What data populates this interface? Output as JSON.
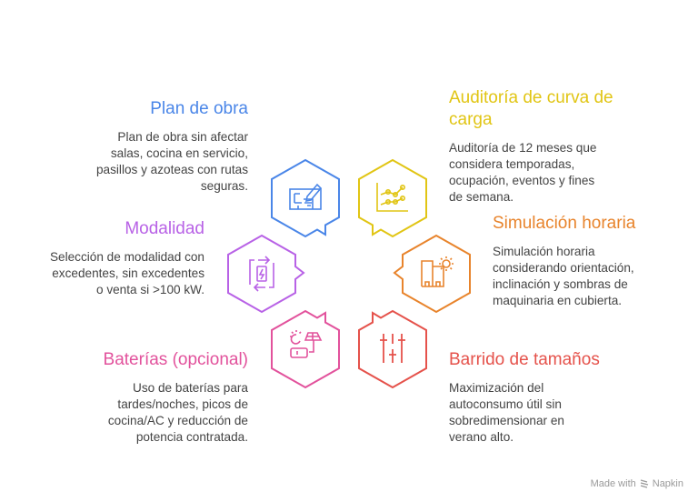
{
  "colors": {
    "blue": "#4a86e8",
    "yellow": "#e1c514",
    "purple": "#b862e6",
    "orange": "#e8842c",
    "pink": "#e2529c",
    "red": "#e5524b",
    "text": "#444444"
  },
  "items": [
    {
      "title": "Plan de obra",
      "lines": [
        "Plan de obra sin afectar",
        "salas, cocina en servicio,",
        "pasillos y azoteas con rutas",
        "seguras."
      ],
      "icon": "blueprint-edit-icon"
    },
    {
      "title_lines": [
        "Auditoría de curva de",
        "carga"
      ],
      "lines": [
        "Auditoría de 12 meses que",
        "considera temporadas,",
        "ocupación, eventos y fines",
        "de semana."
      ],
      "icon": "line-chart-icon"
    },
    {
      "title": "Modalidad",
      "lines": [
        "Selección de modalidad con",
        "excedentes, sin excedentes",
        "o venta si >100 kW."
      ],
      "icon": "battery-exchange-icon"
    },
    {
      "title": "Simulación horaria",
      "lines": [
        "Simulación horaria",
        "considerando orientación,",
        "inclinación y sombras de",
        "maquinaria en cubierta."
      ],
      "icon": "building-sun-icon"
    },
    {
      "title": "Baterías (opcional)",
      "lines": [
        "Uso de baterías para",
        "tardes/noches, picos de",
        "cocina/AC y reducción de",
        "potencia contratada."
      ],
      "icon": "solar-battery-icon"
    },
    {
      "title": "Barrido de tamaños",
      "lines": [
        "Maximización del",
        "autoconsumo útil sin",
        "sobredimensionar en",
        "verano alto."
      ],
      "icon": "sliders-icon"
    }
  ],
  "footer": {
    "made_with": "Made with",
    "brand": "Napkin"
  }
}
